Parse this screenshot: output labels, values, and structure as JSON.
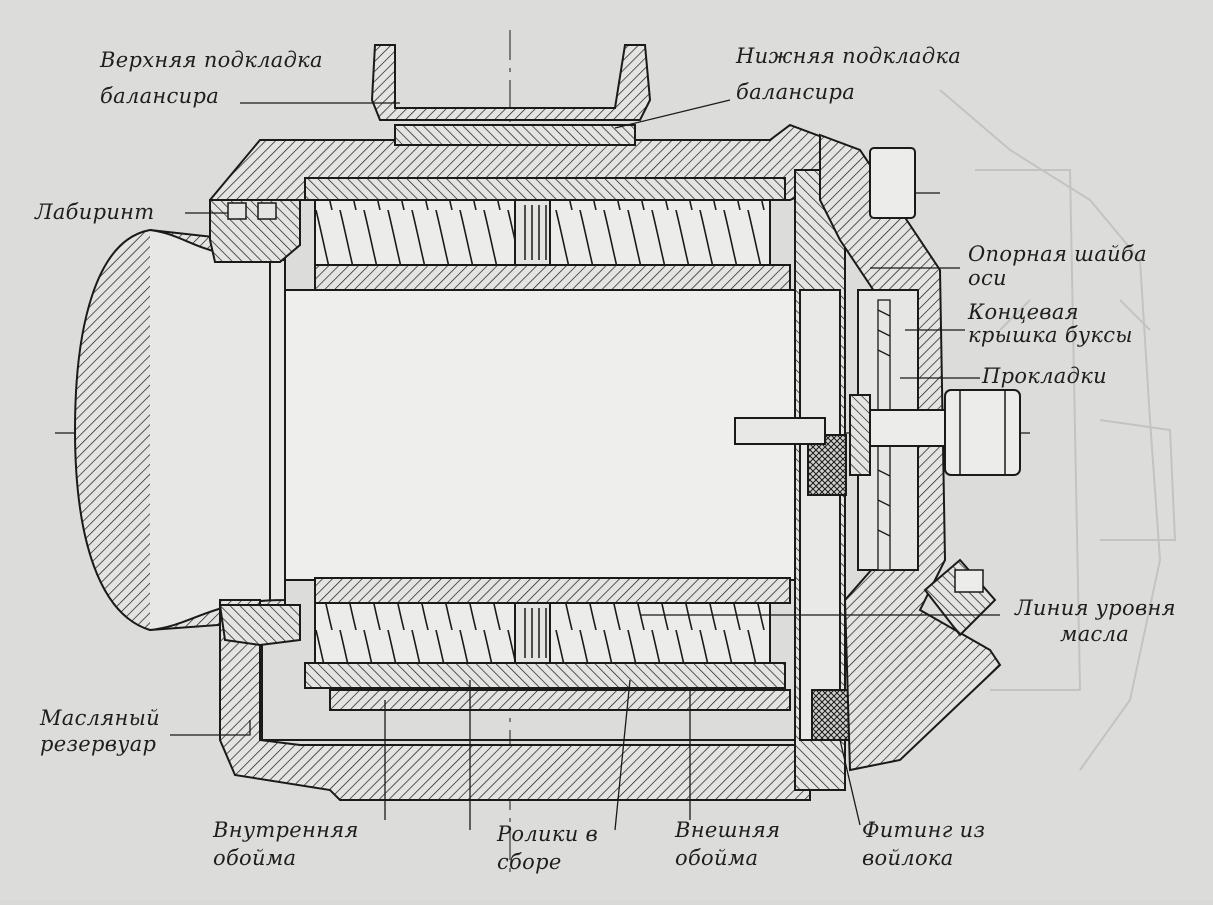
{
  "colors": {
    "paper": "#dcdcdb",
    "ink": "#1a1a1a",
    "bg_text": "#b9b9b7"
  },
  "labels": {
    "upper_pad_l1": "Верхняя подкладка",
    "upper_pad_l2": "балансира",
    "lower_pad_l1": "Нижняя подкладка",
    "lower_pad_l2": "балансира",
    "labyrinth": "Лабиринт",
    "axle_washer_l1": "Опорная шайба",
    "axle_washer_l2": "оси",
    "end_cover_l1": "Концевая",
    "end_cover_l2": "крышка буксы",
    "gaskets": "Прокладки",
    "oil_level_l1": "Линия уровня",
    "oil_level_l2": "масла",
    "oil_reservoir_l1": "Масляный",
    "oil_reservoir_l2": "резервуар",
    "inner_race_l1": "Внутренняя",
    "inner_race_l2": "обойма",
    "rollers_l1": "Ролики в",
    "rollers_l2": "сборе",
    "outer_race_l1": "Внешняя",
    "outer_race_l2": "обойма",
    "felt_fitting_l1": "Фитинг из",
    "felt_fitting_l2": "войлока"
  }
}
